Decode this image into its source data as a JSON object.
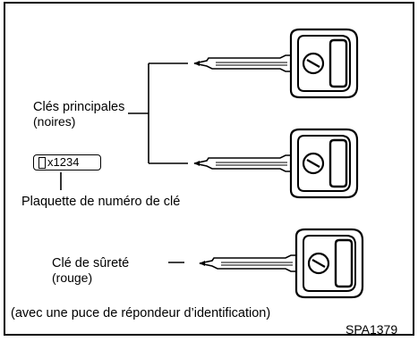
{
  "labels": {
    "main_keys_line1": "Clés principales",
    "main_keys_line2": "(noires)",
    "key_plate_number": "x1234",
    "key_plate_caption": "Plaquette de numéro de clé",
    "valet_key_line1": "Clé de sûreté",
    "valet_key_line2": "(rouge)",
    "transponder_note": "(avec une puce de répondeur d’identification)",
    "figure_code": "SPA1379"
  },
  "icons": {
    "key": "key-icon",
    "plate_box": "square-outline-icon"
  },
  "colors": {
    "ink": "#000000",
    "background": "#ffffff"
  }
}
